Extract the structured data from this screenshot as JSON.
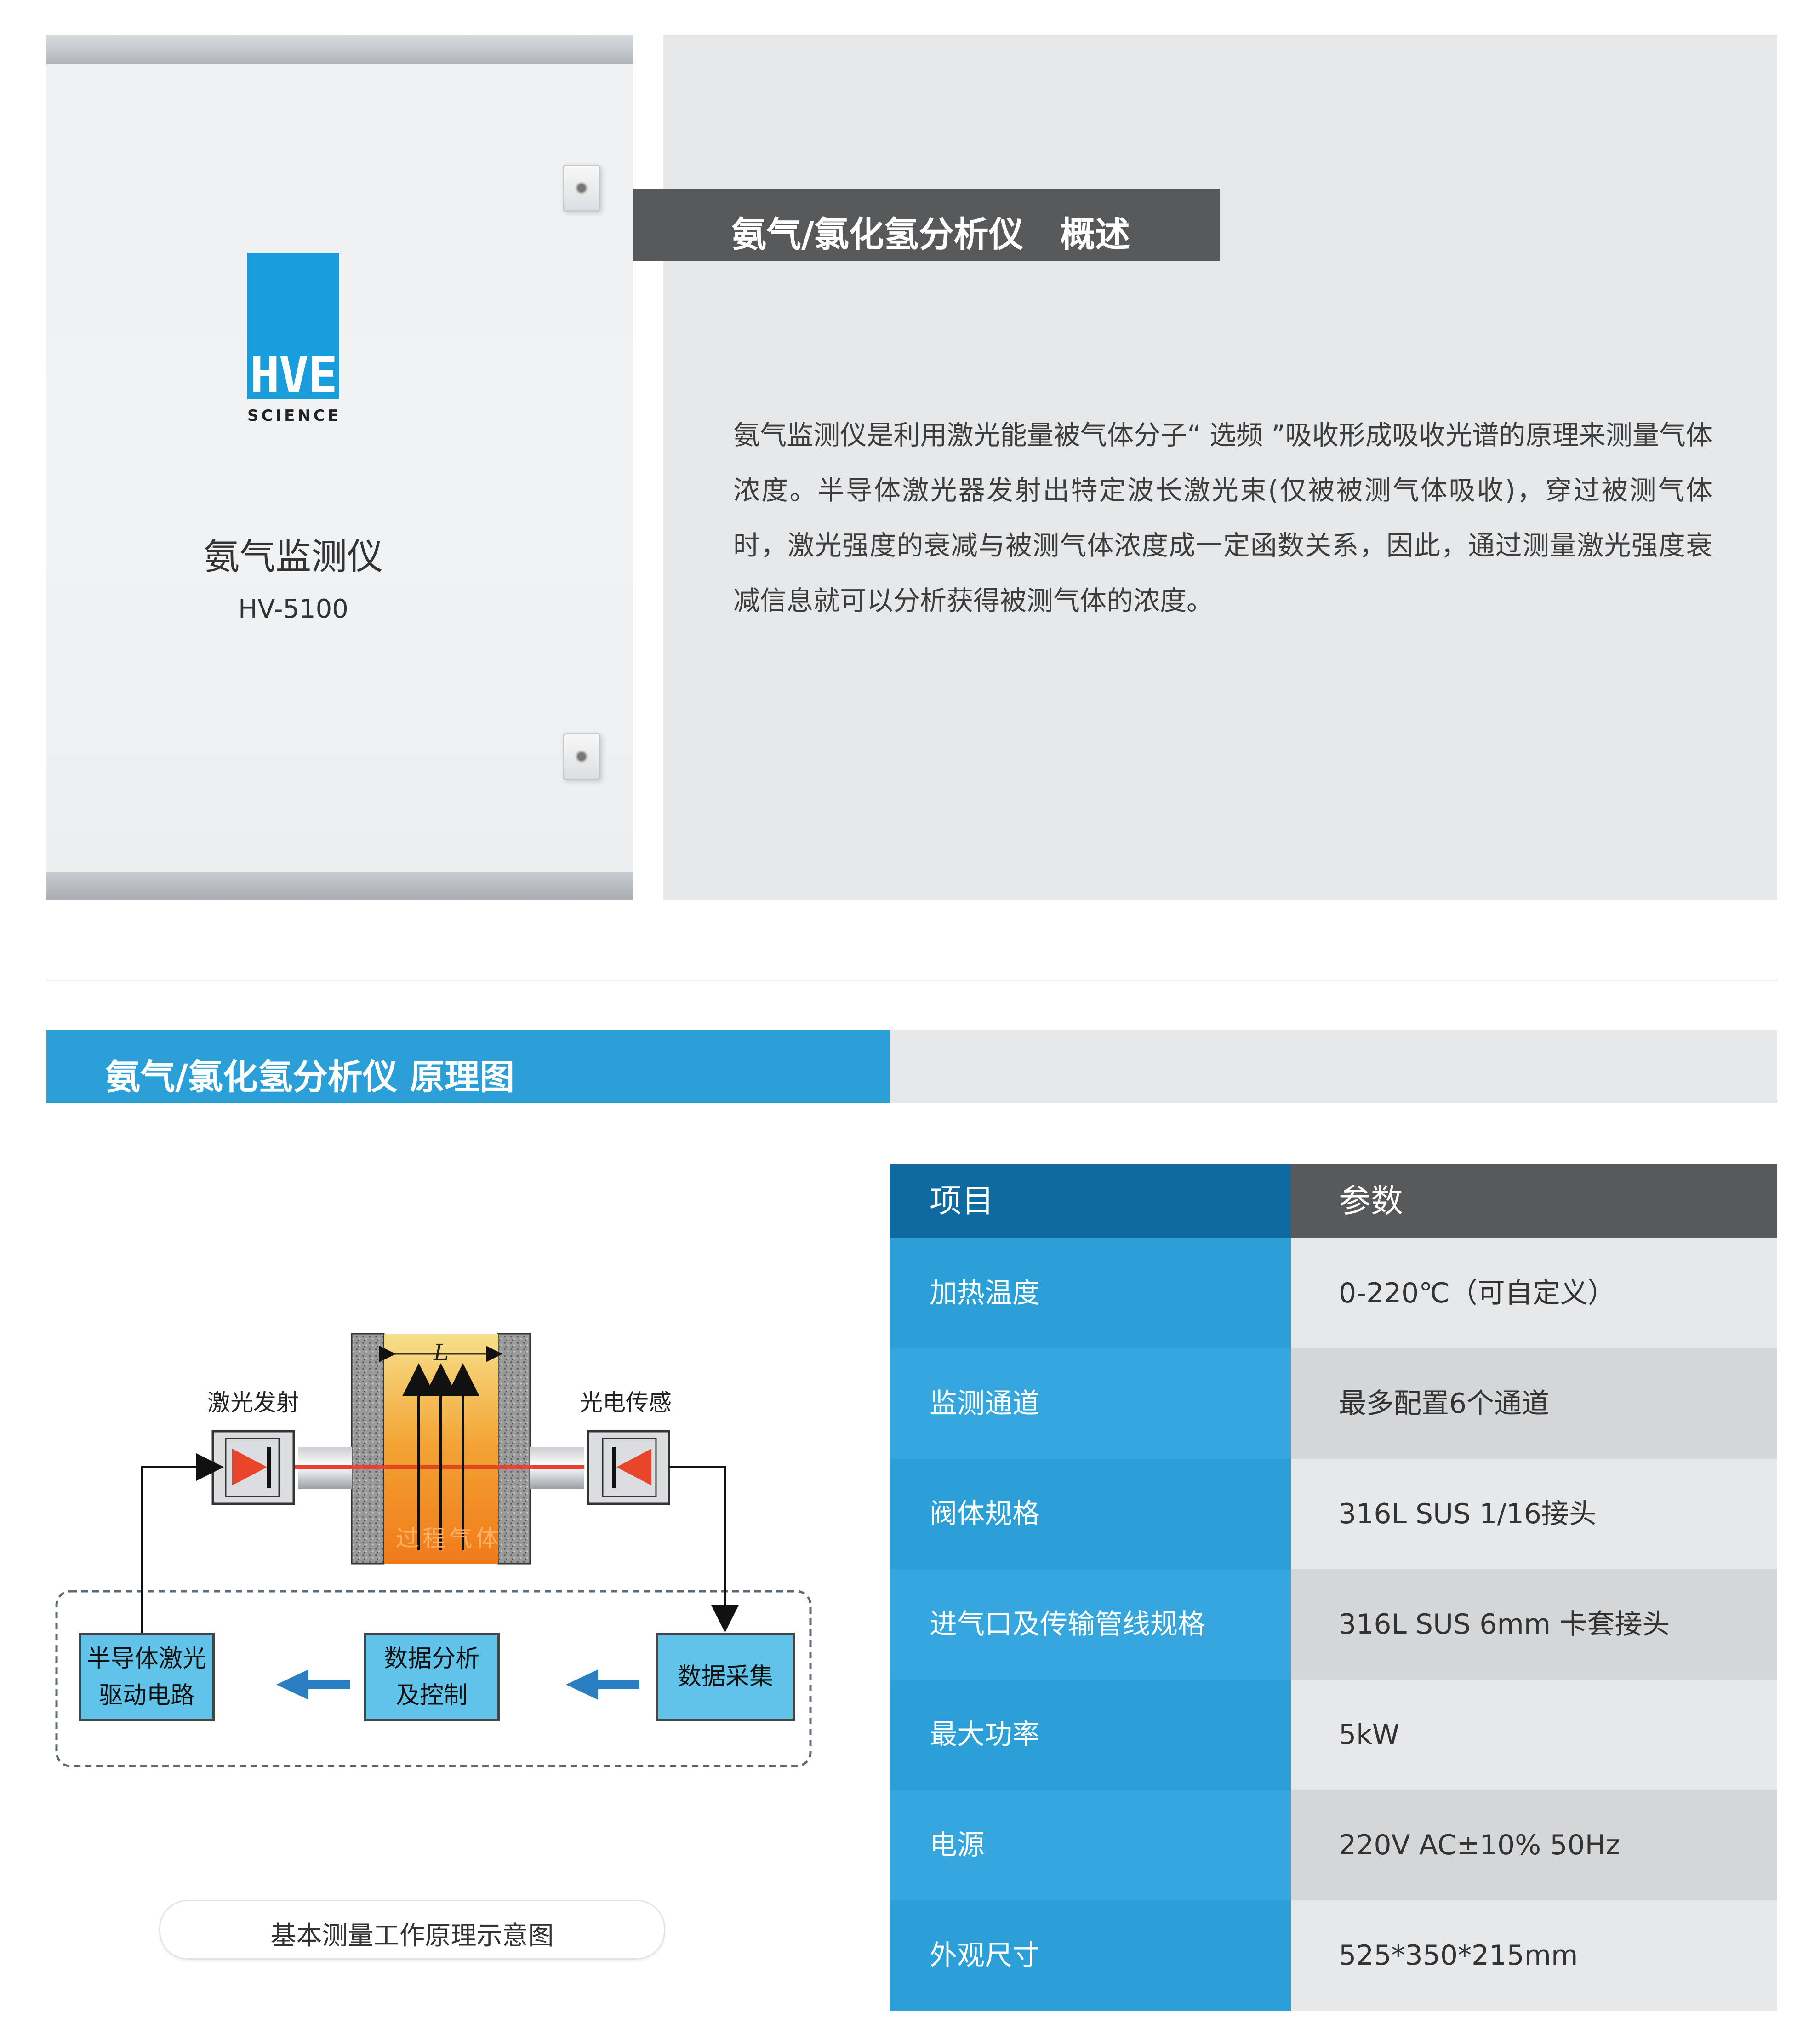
{
  "overview": {
    "title": "氨气/氯化氢分析仪   概述",
    "description": "氨气监测仪是利用激光能量被气体分子“ 选频 ”吸收形成吸收光谱的原理来测量气体浓度。半导体激光器发射出特定波长激光束(仅被被测气体吸收)，穿过被测气体时，激光强度的衰减与被测气体浓度成一定函数关系，因此，通过测量激光强度衰减信息就可以分析获得被测气体的浓度。"
  },
  "product": {
    "logo": "HVE",
    "logo_sub": "SCIENCE",
    "name": "氨气监测仪",
    "model": "HV-5100"
  },
  "principle": {
    "title": "氨气/氯化氢分析仪 原理图",
    "diagram": {
      "laser_emit": "激光发射",
      "photo_sensor": "光电传感",
      "path_length": "L",
      "process_gas": "过程气体",
      "driver_line1": "半导体激光",
      "driver_line2": "驱动电路",
      "analysis_line1": "数据分析",
      "analysis_line2": "及控制",
      "acquisition": "数据采集"
    },
    "caption": "基本测量工作原理示意图"
  },
  "spec_table": {
    "headers": [
      "项目",
      "参数"
    ],
    "rows": [
      {
        "item": "加热温度",
        "value": "0-220℃（可自定义）"
      },
      {
        "item": "监测通道",
        "value": "最多配置6个通道"
      },
      {
        "item": "阀体规格",
        "value": "316L SUS 1/16接头"
      },
      {
        "item": "进气口及传输管线规格",
        "value": "316L SUS 6mm 卡套接头"
      },
      {
        "item": "最大功率",
        "value": "5kW"
      },
      {
        "item": "电源",
        "value": "220V AC±10% 50Hz"
      },
      {
        "item": "外观尺寸",
        "value": "525*350*215mm"
      }
    ]
  },
  "colors": {
    "blue": "#2a9fd8",
    "blue_alt": "#35a7de",
    "dark_blue": "#0f6aa0",
    "dark_grey": "#58595b",
    "light_grey": "#e6e7e9",
    "mid_grey": "#d5d6d8"
  }
}
